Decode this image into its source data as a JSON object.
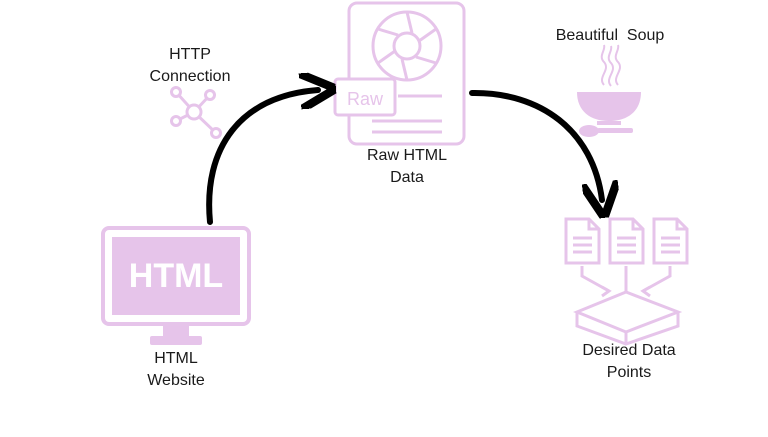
{
  "diagram": {
    "accent": "#e6c4ea",
    "ink": "#000000",
    "nodes": {
      "http_connection": {
        "line1": "HTTP",
        "line2": "Connection",
        "icon": "network-icon"
      },
      "raw_html": {
        "line1": "Raw HTML",
        "line2": "Data",
        "icon": "raw-document-icon",
        "icon_text": "Raw"
      },
      "beautiful_soup": {
        "label": "Beautiful  Soup",
        "icon": "soup-bowl-icon"
      },
      "html_website": {
        "line1": "HTML",
        "line2": "Website",
        "icon": "monitor-icon",
        "screen_text": "HTML"
      },
      "desired_data": {
        "line1": "Desired Data",
        "line2": "Points",
        "icon": "data-funnel-icon"
      }
    }
  }
}
